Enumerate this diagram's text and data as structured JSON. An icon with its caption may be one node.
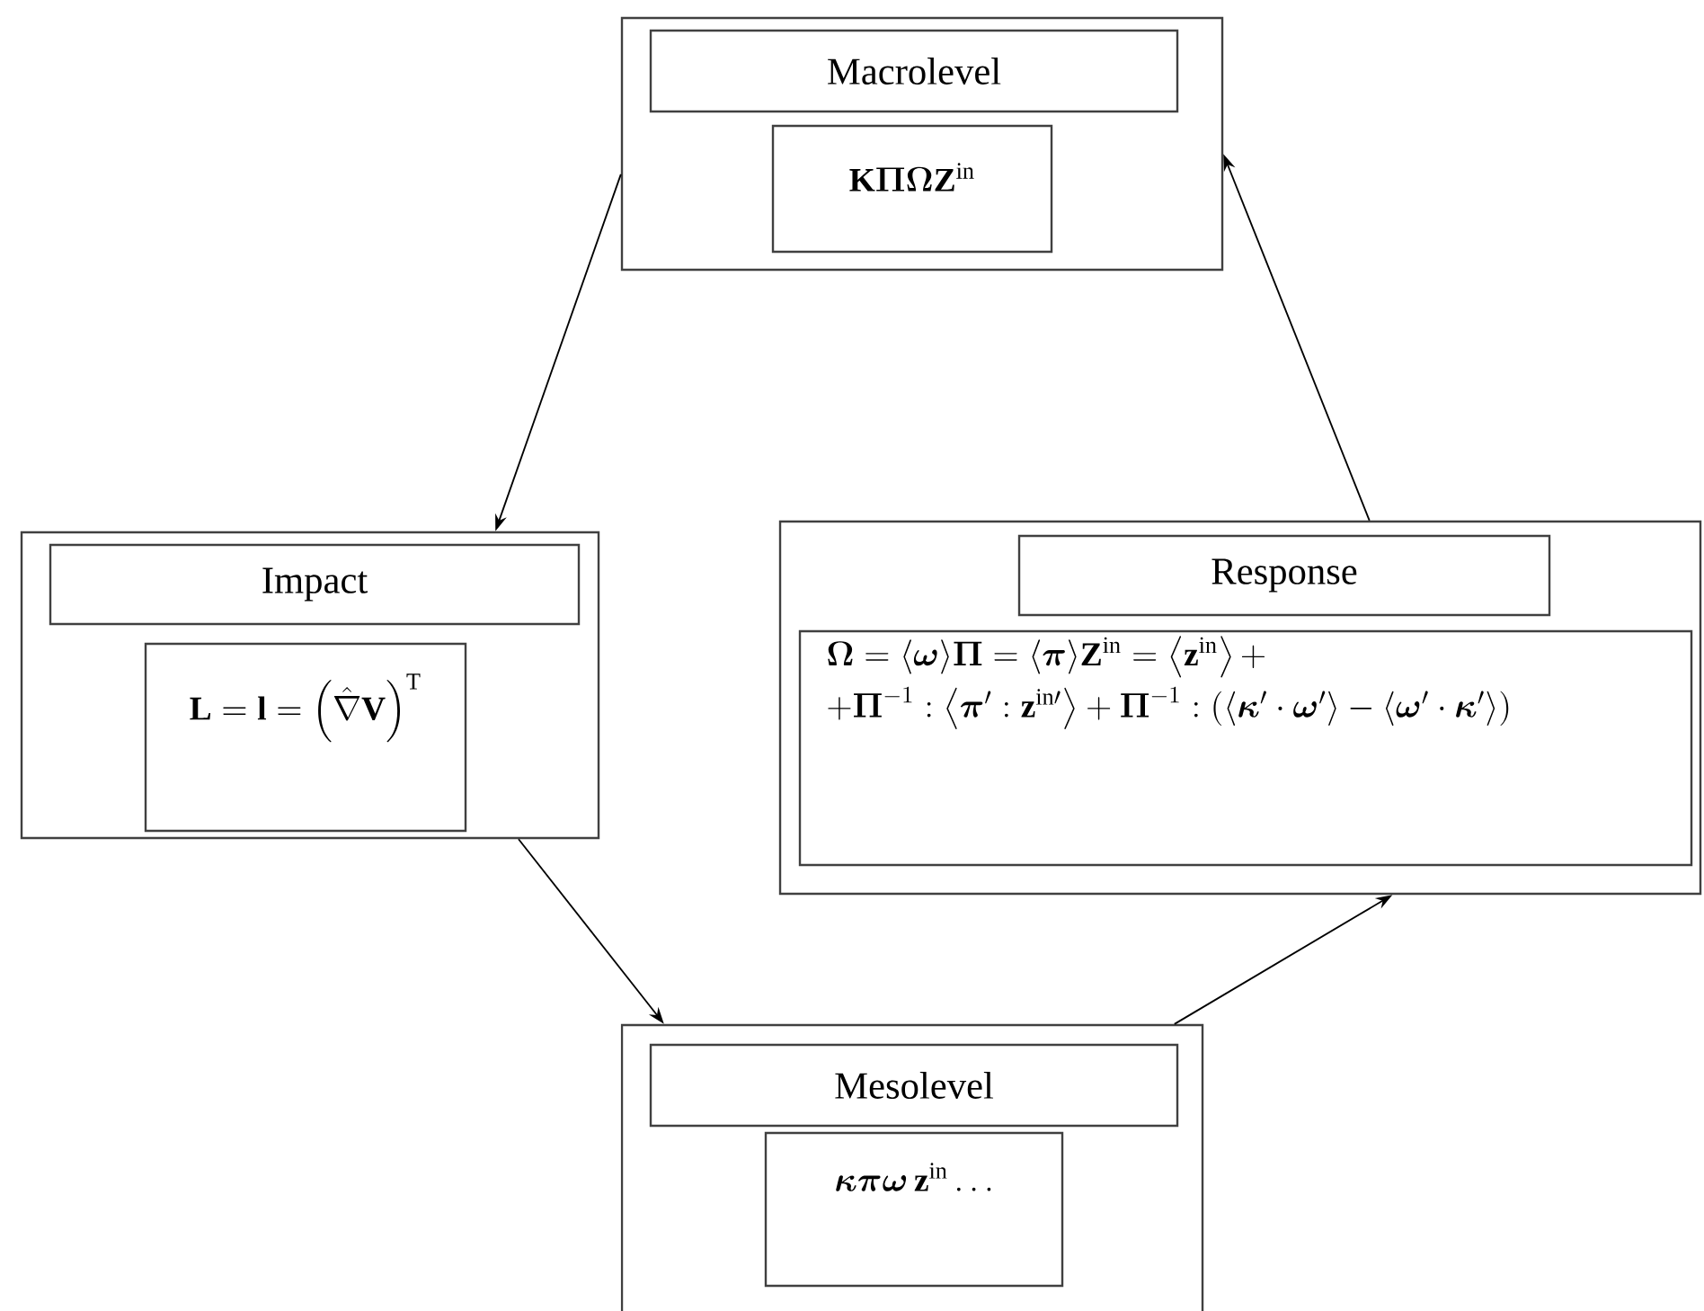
{
  "diagram": {
    "nodes": [
      {
        "text": [],
        "shape": "box"
      },
      {
        "text": [
          "Macrolevel"
        ],
        "in": 0
      },
      {
        "text": [
          "\\mathbf{K}\\boldsymbol{\\Pi\\Omega}\\mathbf{Z}^{\\mathrm{in}}"
        ],
        "in": 0
      },
      {
        "text": [],
        "shape": "box"
      },
      {
        "text": [
          "Impact"
        ],
        "in": 3
      },
      {
        "text": [
          "\\mathbf{L}=\\mathbf{l}=\\left(\\hat{\\nabla}\\mathbf{V}\\right)^{\\mathrm{T}}"
        ],
        "in": 3
      },
      {
        "text": [],
        "shape": "box"
      },
      {
        "text": [
          "Response"
        ],
        "in": 6
      },
      {
        "text": [
          "\\begin{array}{l}\\boldsymbol{\\Omega}=\\langle\\boldsymbol{\\omega}\\rangle\\boldsymbol{\\Pi}=\\langle\\boldsymbol{\\pi}\\rangle\\mathbf{Z}^{\\mathrm{in}}=\\left\\langle\\mathbf{z}^{\\mathrm{in}}\\right\\rangle+\\\\[4pt] +\\boldsymbol{\\Pi}^{-1}:\\left\\langle\\boldsymbol{\\pi}':\\mathbf{z}^{\\mathrm{in}\\prime}\\right\\rangle+\\boldsymbol{\\Pi}^{-1}:\\left(\\langle\\boldsymbol{\\kappa}'\\cdot\\boldsymbol{\\omega}'\\rangle-\\langle\\boldsymbol{\\omega}'\\cdot\\boldsymbol{\\kappa}'\\rangle\\right)\\end{array}"
        ],
        "in": 6
      },
      {
        "text": [],
        "shape": "box"
      },
      {
        "text": [
          "Mesolevel"
        ],
        "in": 9
      },
      {
        "text": [
          "\\boldsymbol{\\kappa\\pi\\omega}\\,\\mathbf{z}^{\\mathrm{in}}\\ldots"
        ],
        "in": 9
      }
    ],
    "edges": [
      {
        "from": 0,
        "to": 3,
        "arrow": "to"
      },
      {
        "from": 3,
        "to": 9,
        "arrow": "to"
      },
      {
        "from": 9,
        "to": 6,
        "arrow": "to"
      },
      {
        "from": 6,
        "to": 0,
        "arrow": "to"
      }
    ]
  }
}
